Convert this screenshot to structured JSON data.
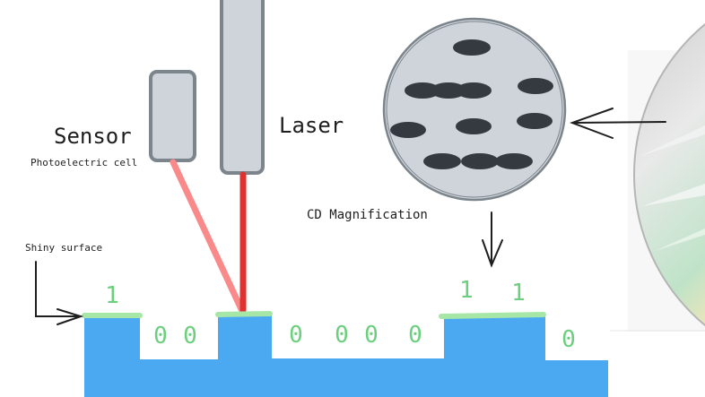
{
  "labels": {
    "sensor": "Sensor",
    "sensor_sub": "Photoelectric cell",
    "laser": "Laser",
    "magnification": "CD Magnification",
    "shiny_surface": "Shiny surface"
  },
  "bits": [
    "1",
    "0",
    "0",
    "0",
    "0",
    "0",
    "0",
    "1",
    "1",
    "0"
  ],
  "colors": {
    "disc_surface": "#4ba9f1",
    "reflective_coating": "#a6e7a8",
    "bit_digits": "#6ccf7e",
    "laser_beam": "#e03131",
    "reflected_beam": "#fa8a8a",
    "device_fill": "#ced4da",
    "device_stroke": "#7d858c",
    "pit": "#343a40",
    "ink": "#1e1e1e"
  },
  "icons": [
    "cd-disc-image",
    "arrow-left-icon",
    "arrow-down-icon",
    "arrow-right-icon"
  ]
}
